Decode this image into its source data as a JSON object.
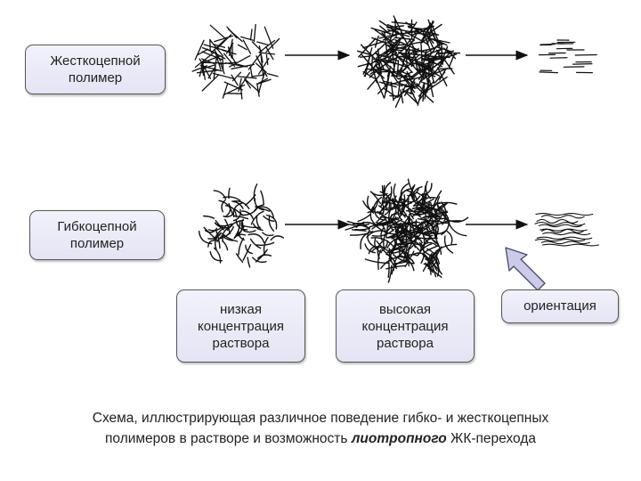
{
  "boxes": {
    "rigid": "Жесткоцепной\nполимер",
    "flexible": "Гибкоцепной\nполимер",
    "low": "низкая\nконцентрация\nраствора",
    "high": "высокая\nконцентрация\nраствора",
    "orientation": "ориентация"
  },
  "caption": {
    "line1": "Схема, иллюстрирующая различное поведение гибко- и жесткоцепных",
    "line2_before": "полимеров в растворе и возможность ",
    "line2_emph": "лиотропного",
    "line2_after": " ЖК-перехода"
  },
  "colors": {
    "box_border": "#555555",
    "box_fill": "#e8e8f6",
    "orientation_arrow_fill": "#c9cbe8",
    "orientation_arrow_stroke": "#4a4a6a",
    "ink": "#111111"
  }
}
